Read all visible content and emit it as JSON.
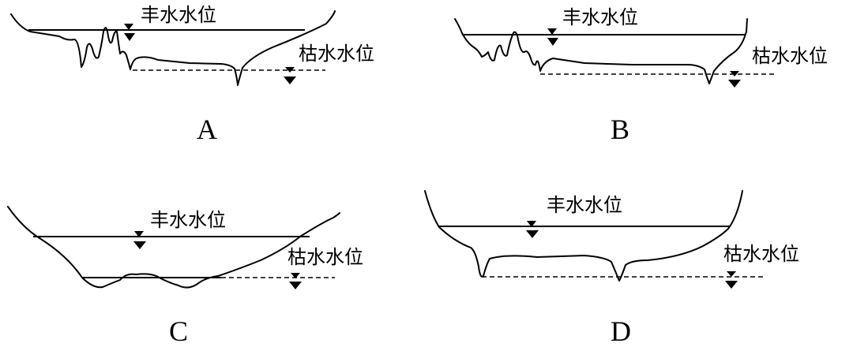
{
  "labels": {
    "high_water": "丰水水位",
    "low_water": "枯水水位"
  },
  "panels": [
    {
      "id": "A",
      "letter": "A"
    },
    {
      "id": "B",
      "letter": "B"
    },
    {
      "id": "C",
      "letter": "C"
    },
    {
      "id": "D",
      "letter": "D"
    }
  ]
}
